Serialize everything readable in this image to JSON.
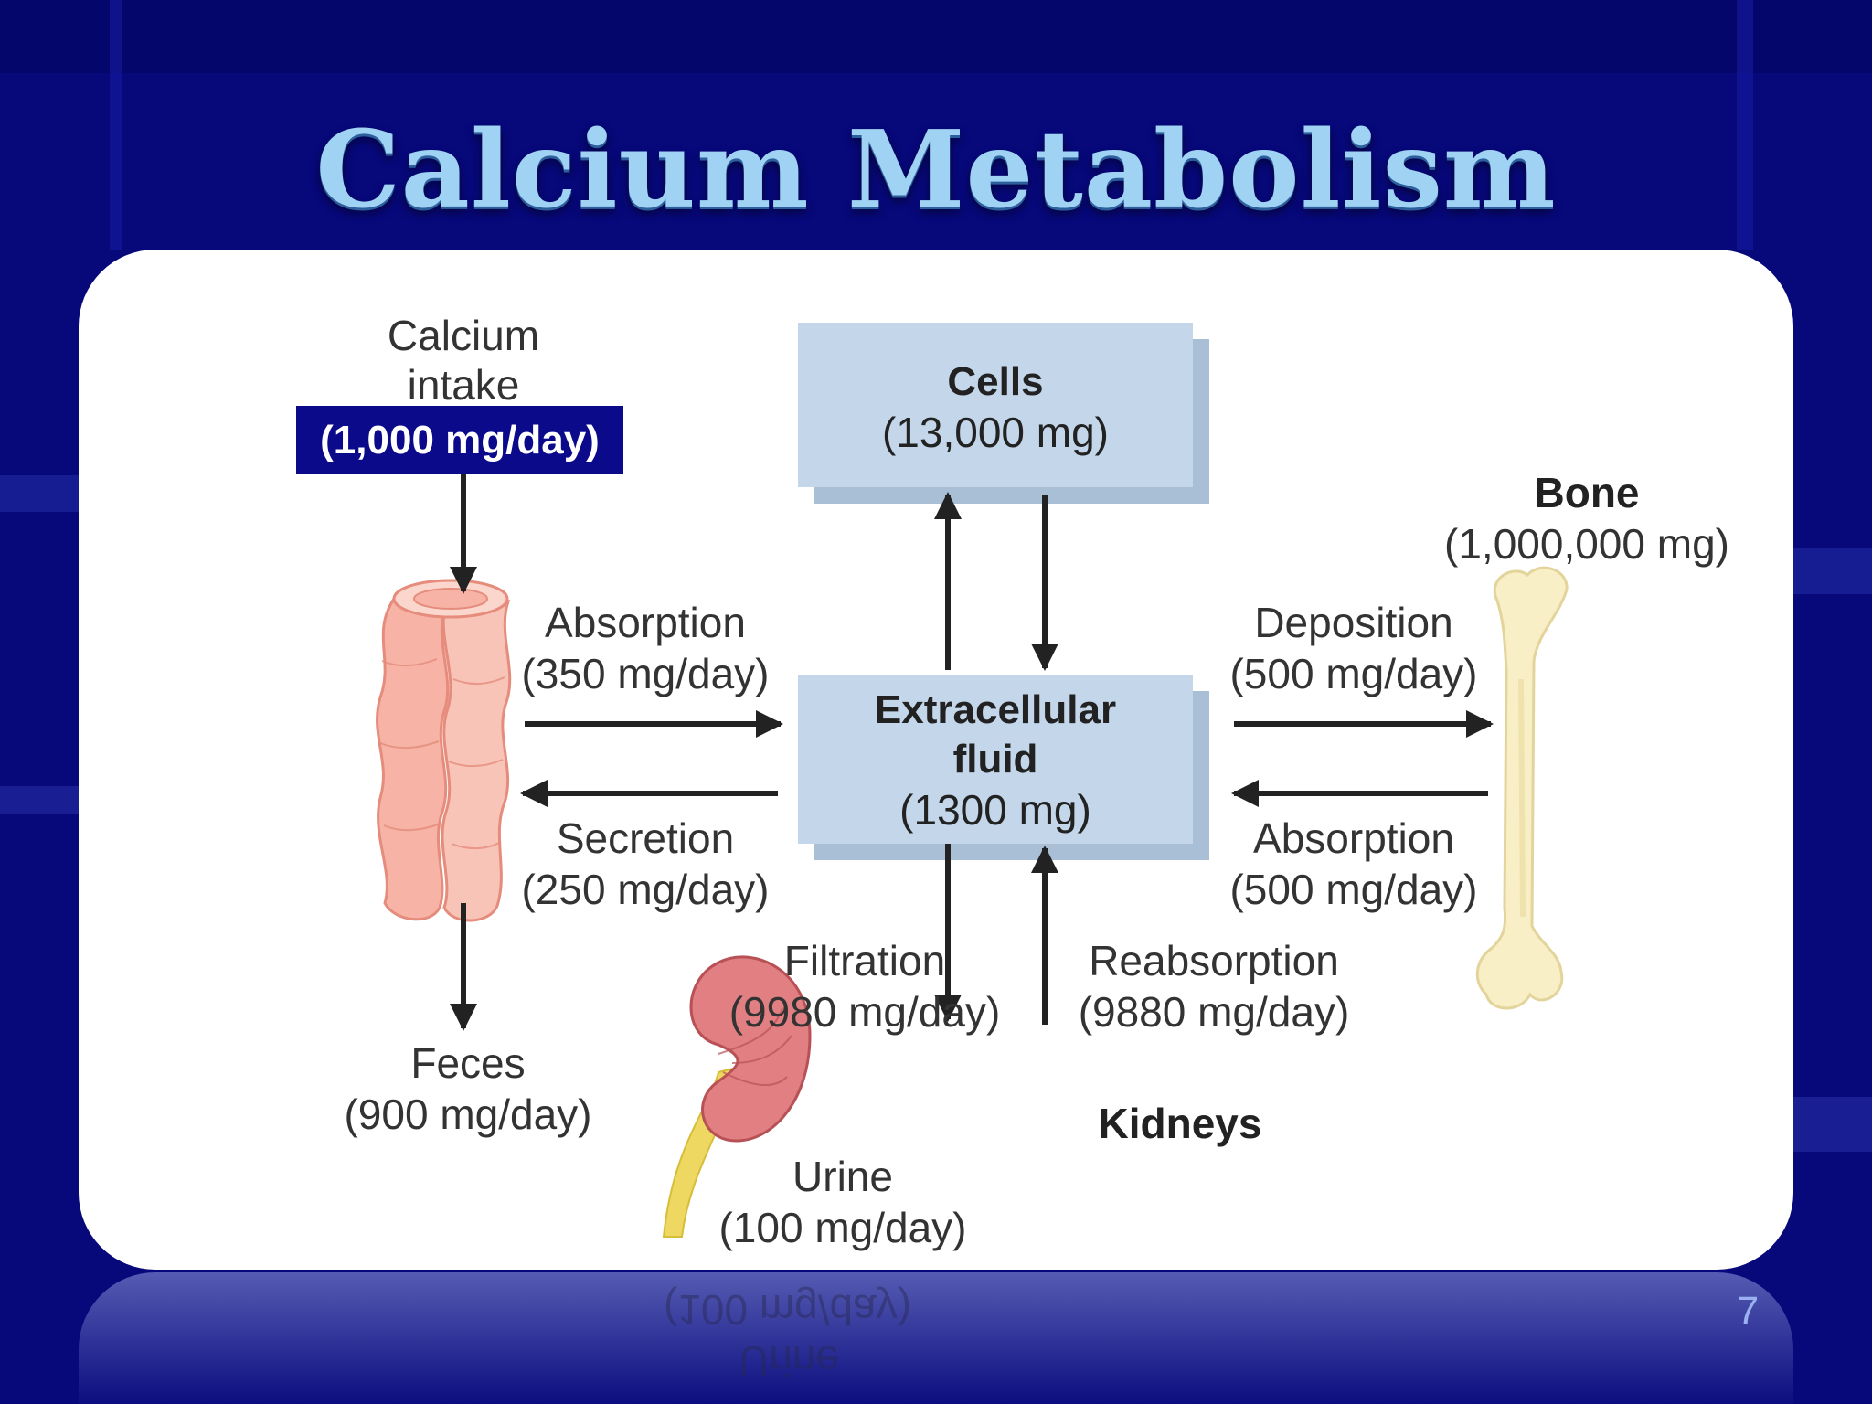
{
  "slide": {
    "title": "Calcium Metabolism",
    "page_number": "7"
  },
  "diagram": {
    "intake": {
      "label_line1": "Calcium",
      "label_line2": "intake",
      "amount": "(1,000 mg/day)"
    },
    "cells": {
      "name": "Cells",
      "amount": "(13,000 mg)"
    },
    "ecf": {
      "line1": "Extracellular",
      "line2": "fluid",
      "amount": "(1300 mg)"
    },
    "bone": {
      "name": "Bone",
      "amount": "(1,000,000 mg)"
    },
    "gut_absorption": {
      "label": "Absorption",
      "amount": "(350 mg/day)"
    },
    "gut_secretion": {
      "label": "Secretion",
      "amount": "(250 mg/day)"
    },
    "deposition": {
      "label": "Deposition",
      "amount": "(500 mg/day)"
    },
    "bone_absorption": {
      "label": "Absorption",
      "amount": "(500 mg/day)"
    },
    "filtration": {
      "label": "Filtration",
      "amount": "(9980 mg/day)"
    },
    "reabsorption": {
      "label": "Reabsorption",
      "amount": "(9880 mg/day)"
    },
    "feces": {
      "label": "Feces",
      "amount": "(900 mg/day)"
    },
    "urine": {
      "label": "Urine",
      "amount": "(100 mg/day)"
    },
    "kidneys": {
      "label": "Kidneys"
    }
  },
  "colors": {
    "background": "#07087a",
    "title": "#9fd2f3",
    "box_fill": "#c3d6ea",
    "highlight": "#0a0a8a",
    "intestine": "#f6b3a6",
    "bone": "#f8efc6",
    "kidney": "#e17f82",
    "ureter": "#efd861"
  }
}
